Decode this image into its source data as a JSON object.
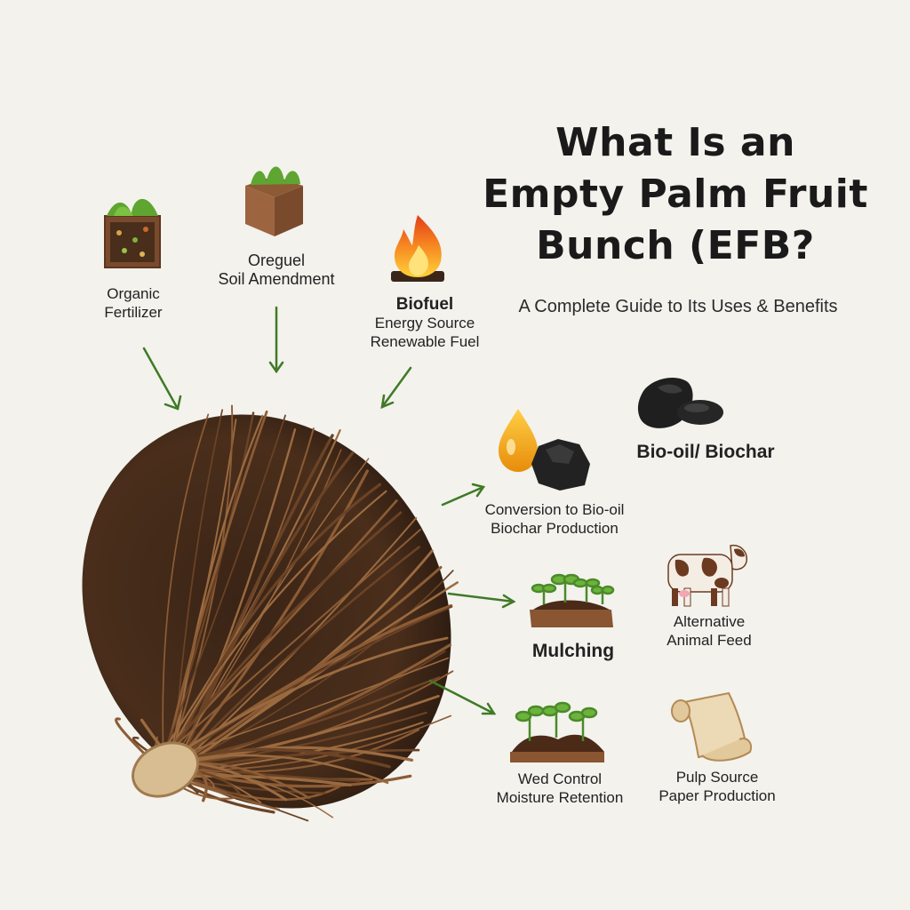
{
  "title_lines": [
    "What Is an",
    "Empty Palm Fruit",
    "Bunch (EFB?"
  ],
  "subtitle": "A Complete Guide to Its Uses & Benefits",
  "uses": {
    "organic_fertilizer": {
      "lines": [
        "Organic",
        "Fertilizer"
      ]
    },
    "soil_amendment": {
      "lines": [
        "Oreguel",
        "Soil Amendment"
      ]
    },
    "biofuel": {
      "heading": "Biofuel",
      "lines": [
        "Energy Source",
        "Renewable Fuel"
      ]
    },
    "bio_oil_biochar": {
      "heading": "Bio-oil/ Biochar"
    },
    "conversion": {
      "lines": [
        "Conversion to Bio-oil",
        "Biochar Production"
      ]
    },
    "mulching": {
      "heading": "Mulching"
    },
    "animal_feed": {
      "lines": [
        "Alternative",
        "Animal Feed"
      ]
    },
    "weed_control": {
      "lines": [
        "Wed Control",
        "Moisture Retention"
      ]
    },
    "pulp": {
      "lines": [
        "Pulp Source",
        "Paper Production"
      ]
    }
  },
  "icons": [
    "fertilizer-box-icon",
    "soil-cube-icon",
    "fire-icon",
    "biochar-lumps-icon",
    "oil-drop-biochar-icon",
    "cow-icon",
    "seedling-bed-icon",
    "mulch-bed-icon",
    "paper-scroll-icon"
  ],
  "colors": {
    "arrow": "#3f7a25",
    "leaf": "#5fa531",
    "soil": "#6b3c22",
    "fiber": "#6b4326",
    "flame": "#f5811f"
  }
}
